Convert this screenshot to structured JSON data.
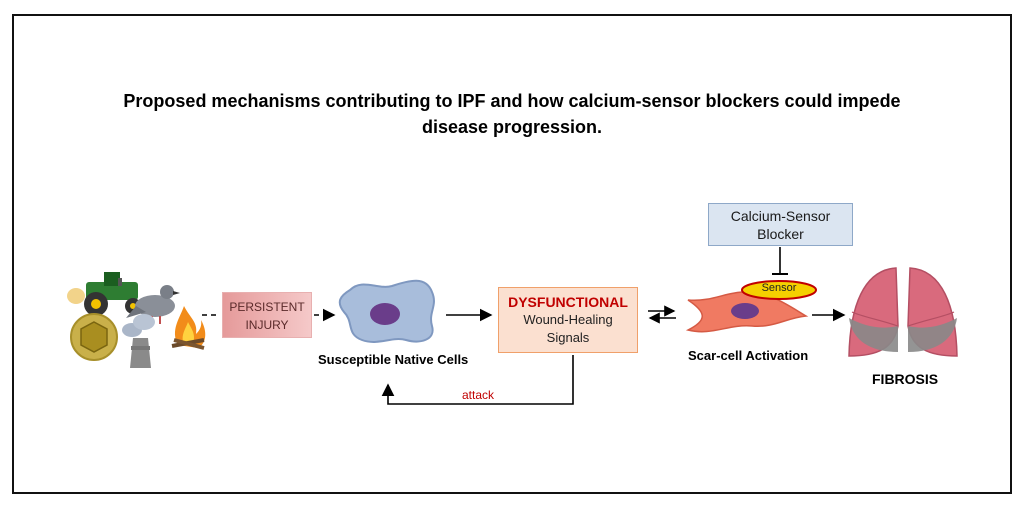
{
  "title": "Proposed mechanisms contributing to IPF and how calcium-sensor blockers could impede disease progression.",
  "injury": {
    "line1": "PERSISTENT",
    "line2": "INJURY"
  },
  "native_cells_label": "Susceptible Native Cells",
  "wound": {
    "highlight": "DYSFUNCTIONAL",
    "line1": "Wound-Healing",
    "line2": "Signals"
  },
  "attack_label": "attack",
  "blocker": {
    "line1": "Calcium-Sensor",
    "line2": "Blocker"
  },
  "sensor_label": "Sensor",
  "scar_label": "Scar-cell Activation",
  "fibrosis_label": "FIBROSIS",
  "colors": {
    "injury_box": "#e59a9a",
    "wound_box": "#fbe0d0",
    "dysfunctional_text": "#c00000",
    "blocker_box": "#dbe5f1",
    "sensor_fill": "#f5d000",
    "sensor_border": "#c00000",
    "attack_text": "#c00000"
  },
  "icons": [
    "tractor-icon",
    "pigeon-icon",
    "pollen-icon",
    "factory-smoke-icon",
    "fire-icon",
    "native-cell-icon",
    "fibroblast-icon",
    "lungs-icon"
  ]
}
